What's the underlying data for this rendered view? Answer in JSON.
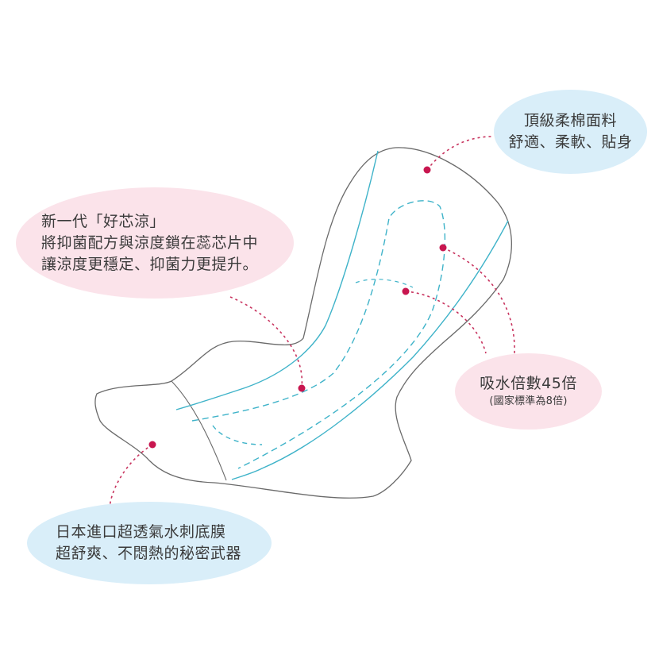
{
  "callouts": {
    "top_right": {
      "line1": "頂級柔棉面料",
      "line2": "舒適、柔軟、貼身"
    },
    "left": {
      "line1": "新一代「好芯涼」",
      "line2": "將抑菌配方與涼度鎖在蕊芯片中",
      "line3": "讓涼度更穩定、抑菌力更提升。"
    },
    "right": {
      "line1": "吸水倍數45倍",
      "line2": "(國家標準為8倍)"
    },
    "bottom_left": {
      "line1": "日本進口超透氣水刺底膜",
      "line2": "超舒爽、不悶熱的秘密武器"
    }
  },
  "colors": {
    "outline": "#6a6a6a",
    "channel": "#3fb3c9",
    "leader": "#c8345f",
    "dot": "#c8164f",
    "bubble_pink": "#fbe3ea",
    "bubble_blue": "#d9eef9"
  }
}
